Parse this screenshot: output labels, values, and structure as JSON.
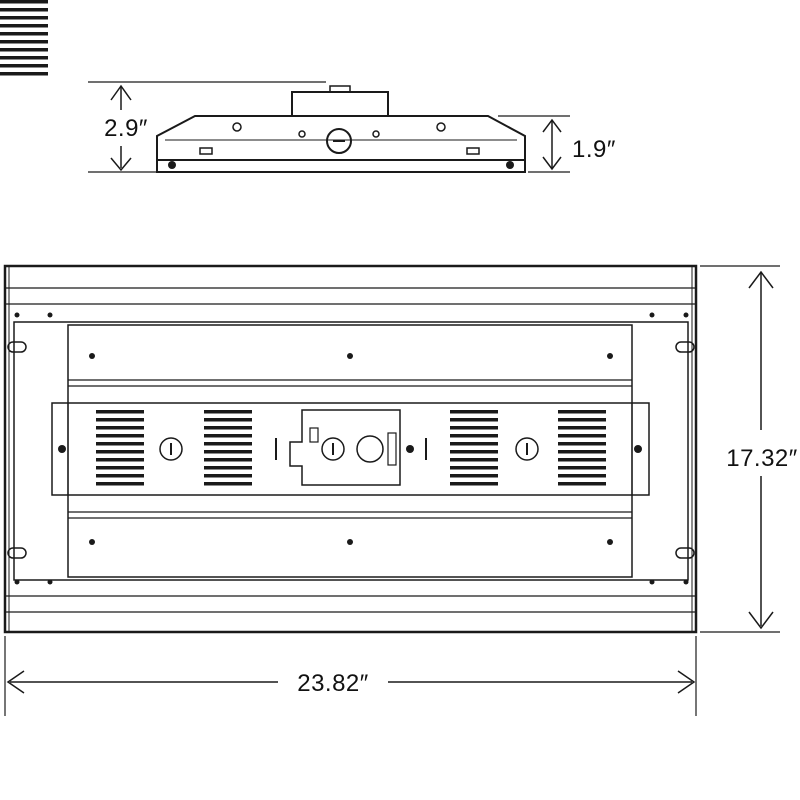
{
  "dimensions": {
    "overall_height": "2.9″",
    "housing_height": "1.9″",
    "depth": "17.32″",
    "width": "23.82″"
  },
  "colors": {
    "line": "#1a1a1a",
    "background": "#ffffff"
  }
}
